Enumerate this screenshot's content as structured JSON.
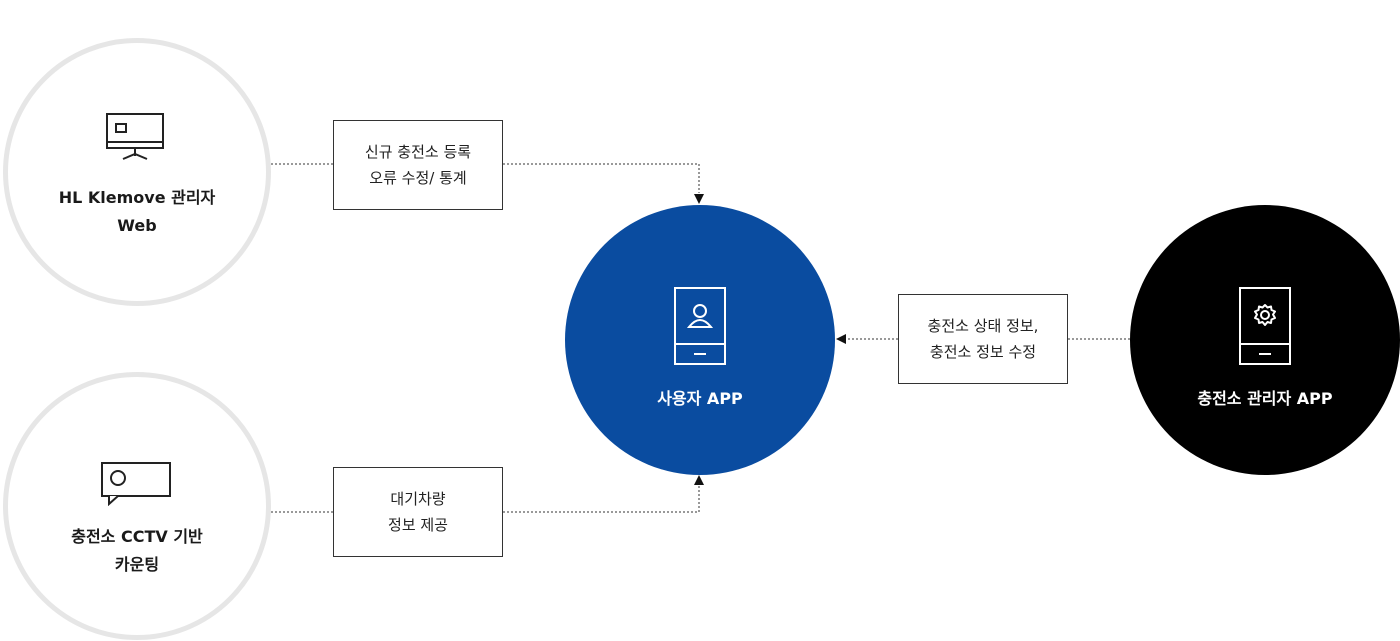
{
  "nodes": {
    "web": {
      "line1": "HL Klemove 관리자",
      "line2": "Web",
      "icon": "monitor-icon"
    },
    "cctv": {
      "line1": "충전소 CCTV 기반",
      "line2": "카운팅",
      "icon": "camera-icon"
    },
    "user_app": {
      "label": "사용자 APP",
      "icon": "mobile-user-icon"
    },
    "admin_app": {
      "label": "충전소 관리자 APP",
      "icon": "mobile-gear-icon"
    }
  },
  "boxes": {
    "web_to_user": {
      "line1": "신규 충전소 등록",
      "line2": "오류 수정/ 통계"
    },
    "cctv_to_user": {
      "line1": "대기차량",
      "line2": "정보 제공"
    },
    "admin_to_user": {
      "line1": "충전소 상태 정보,",
      "line2": "충전소 정보 수정"
    }
  },
  "colors": {
    "user_app": "#0a4ca0",
    "admin_app": "#000000",
    "outline_ring": "#e6e6e6"
  }
}
